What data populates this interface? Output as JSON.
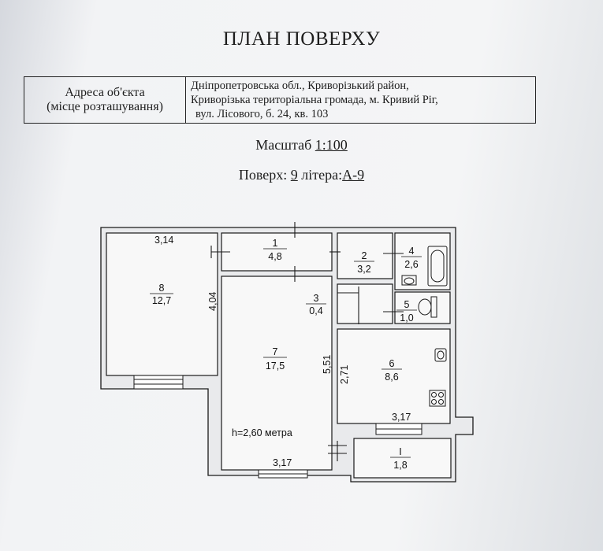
{
  "title": "ПЛАН ПОВЕРХУ",
  "address": {
    "label_line1": "Адреса об'єкта",
    "label_line2": "(місце розташування)",
    "lines": [
      "Дніпропетровська обл., Криворізький район,",
      "Криворізька територіальна громада, м. Кривий Ріг,",
      "вул. Лісового, б. 24, кв. 103"
    ]
  },
  "scale": {
    "label": "Масштаб",
    "value": "1:100"
  },
  "floor": {
    "label": "Поверх:",
    "floor_value": "9",
    "liter_label": "літера:",
    "liter_value": "А-9"
  },
  "rooms": [
    {
      "id": "1",
      "area": "4,8"
    },
    {
      "id": "2",
      "area": "3,2"
    },
    {
      "id": "3",
      "area": "0,4"
    },
    {
      "id": "4",
      "area": "2,6"
    },
    {
      "id": "5",
      "area": "1,0"
    },
    {
      "id": "6",
      "area": "8,6"
    },
    {
      "id": "7",
      "area": "17,5"
    },
    {
      "id": "8",
      "area": "12,7"
    },
    {
      "id": "I",
      "area": "1,8"
    }
  ],
  "dimensions": {
    "room8_width": "3,14",
    "room8_height": "4,04",
    "room7_height": "5,51",
    "room6_height": "2,71",
    "room6_width": "3,17",
    "room7_width": "3,17"
  },
  "ceiling_height": "h=2,60 метра"
}
